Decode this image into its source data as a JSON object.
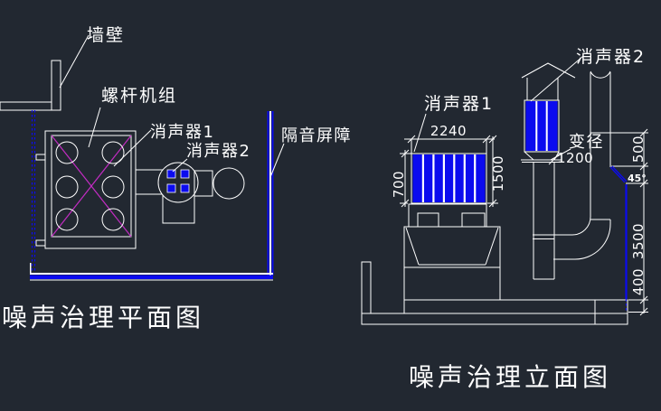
{
  "colors": {
    "background": "#222831",
    "line": "#ffffff",
    "blue": "#0b0bef",
    "magenta": "#c22cc2",
    "yellow": "#ffff00"
  },
  "plan": {
    "title": "噪声治理平面图",
    "labels": {
      "wall": "墙壁",
      "screw_unit": "螺杆机组",
      "muffler1": "消声器1",
      "muffler2": "消声器2",
      "barrier": "隔音屏障"
    }
  },
  "elevation": {
    "title": "噪声治理立面图",
    "labels": {
      "muffler1": "消声器1",
      "muffler2": "消声器2",
      "reducer": "变径"
    },
    "dims": {
      "width_2240": "2240",
      "height_700": "700",
      "height_1500": "1500",
      "dia_1200": "1200",
      "len_500": "500",
      "height_3500": "3500",
      "slab_400": "400",
      "angle_45": "45°"
    }
  }
}
